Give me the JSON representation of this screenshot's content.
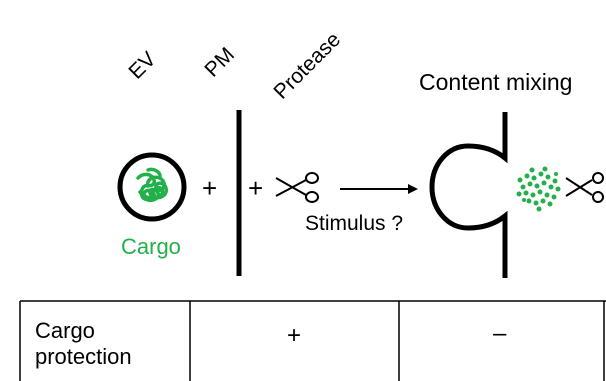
{
  "labels": {
    "ev": "EV",
    "pm": "PM",
    "protease": "Protease",
    "content_mixing": "Content mixing",
    "cargo": "Cargo",
    "stimulus": "Stimulus ?",
    "plus_1": "+",
    "plus_2": "+"
  },
  "table": {
    "row_header_line1": "Cargo",
    "row_header_line2": "protection",
    "col_left_value": "+",
    "col_right_value": "–"
  },
  "colors": {
    "cargo": "#22b04b",
    "ink": "#000000"
  }
}
